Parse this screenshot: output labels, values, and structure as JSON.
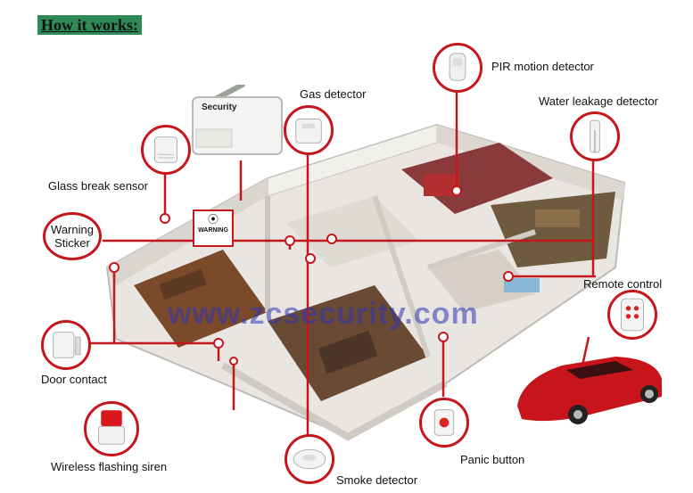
{
  "page_title": "How it works:",
  "watermark": "www.zcsecurity.com",
  "colors": {
    "connector": "#c7161b",
    "title_bg": "#2e8b57",
    "watermark": "#3034b4"
  },
  "devices": [
    {
      "id": "pir",
      "label": "PIR motion detector",
      "icon": "pir-sensor-icon"
    },
    {
      "id": "water",
      "label": "Water leakage detector",
      "icon": "water-leak-sensor-icon"
    },
    {
      "id": "gas",
      "label": "Gas detector",
      "icon": "gas-detector-icon"
    },
    {
      "id": "glass",
      "label": "Glass break sensor",
      "icon": "glass-break-sensor-icon"
    },
    {
      "id": "remote",
      "label": "Remote control",
      "icon": "remote-fob-icon"
    },
    {
      "id": "door",
      "label": "Door contact",
      "icon": "door-contact-icon"
    },
    {
      "id": "siren",
      "label": "Wireless flashing siren",
      "icon": "siren-icon"
    },
    {
      "id": "smoke",
      "label": "Smoke detector",
      "icon": "smoke-detector-icon"
    },
    {
      "id": "panic",
      "label": "Panic button",
      "icon": "panic-button-icon"
    }
  ],
  "warning_sticker": {
    "label_line1": "Warning",
    "label_line2": "Sticker",
    "sticker_text": "WARNING"
  },
  "control_panel": {
    "brand": "Security"
  }
}
